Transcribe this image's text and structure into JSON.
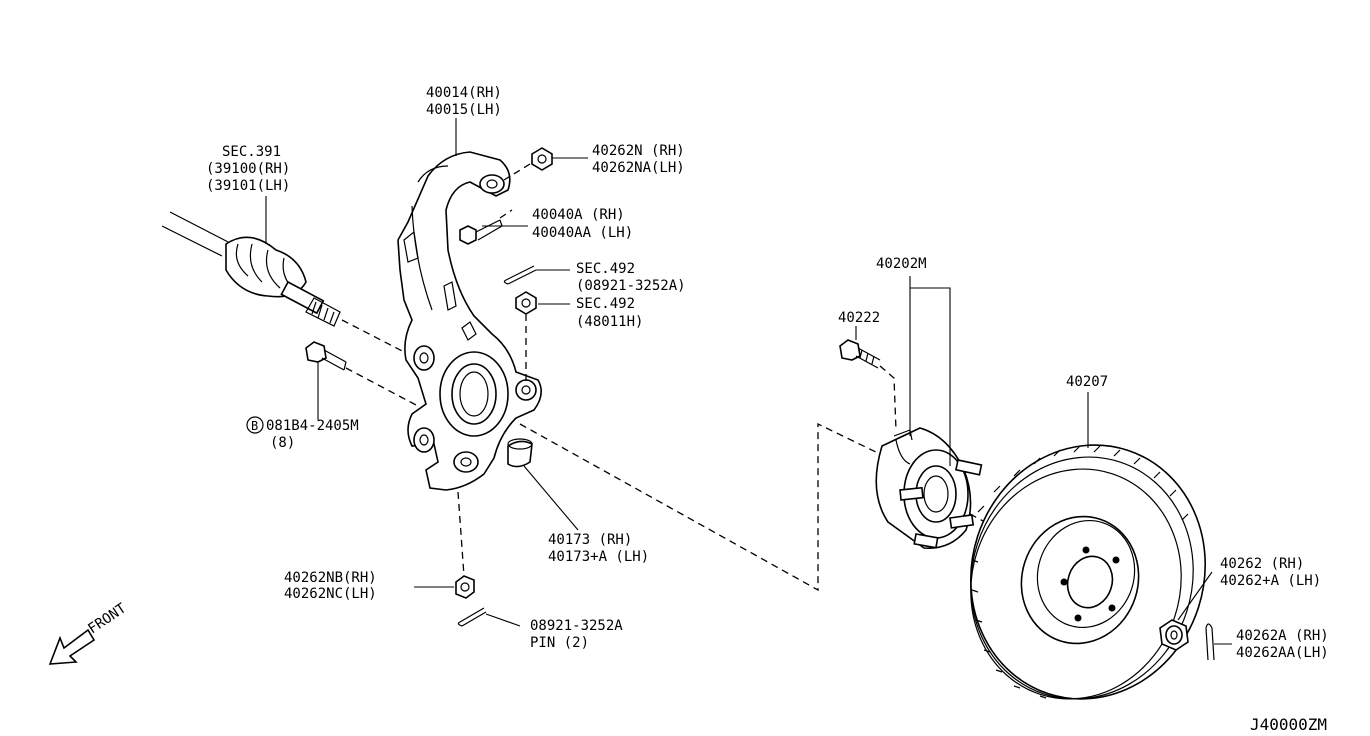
{
  "labels": {
    "knuckle": {
      "line1": "40014(RH)",
      "line2": "40015(LH)"
    },
    "knuckle_nut": {
      "line1": "40262N  (RH)",
      "line2": "40262NA(LH)"
    },
    "knuckle_bolt": {
      "line1": "40040A  (RH)",
      "line2": "40040AA (LH)"
    },
    "cotter_sec492": {
      "line1": "SEC.492",
      "line2": "(08921-3252A)"
    },
    "nut_sec492": {
      "line1": "SEC.492",
      "line2": "(48011H)"
    },
    "drive_shaft": {
      "line1": "SEC.391",
      "line2": "(39100(RH)",
      "line3": "(39101(LH)"
    },
    "bolt_081b4": {
      "circle": "B",
      "line1": "081B4-2405M",
      "line2": "(8)"
    },
    "bushing_40173": {
      "line1": "40173    (RH)",
      "line2": "40173+A (LH)"
    },
    "nut_40262nb": {
      "line1": "40262NB(RH)",
      "line2": "40262NC(LH)"
    },
    "pin_08921": {
      "line1": "08921-3252A",
      "line2": "PIN (2)"
    },
    "hub_assy": {
      "line1": "40202M"
    },
    "hub_bolt": {
      "line1": "40222"
    },
    "rotor": {
      "line1": "40207"
    },
    "axle_nut": {
      "line1": "40262    (RH)",
      "line2": "40262+A (LH)"
    },
    "axle_pin": {
      "line1": "40262A  (RH)",
      "line2": "40262AA(LH)"
    },
    "front_arrow": {
      "text": "FRONT"
    },
    "diagram_code": {
      "text": "J40000ZM"
    }
  }
}
